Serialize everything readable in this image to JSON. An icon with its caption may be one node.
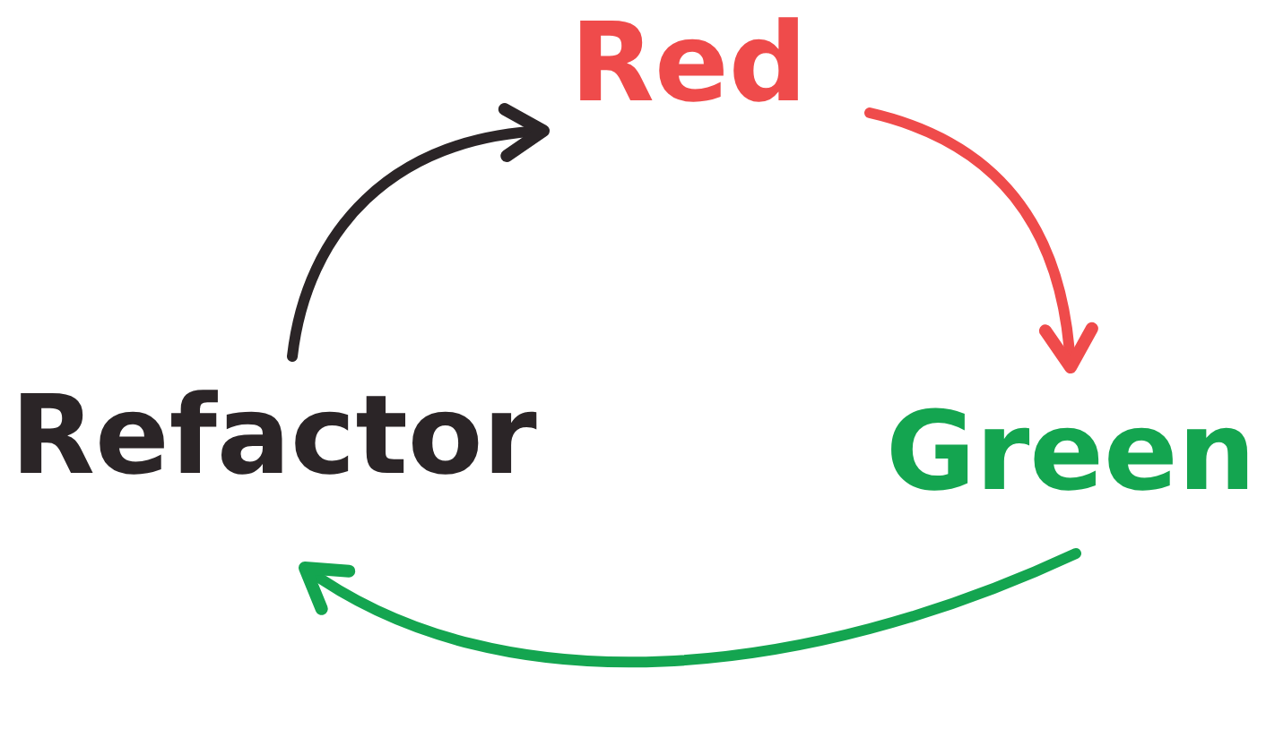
{
  "diagram": {
    "nodes": [
      {
        "text": [
          "Red"
        ]
      },
      {
        "text": [
          "Green"
        ]
      },
      {
        "text": [
          "Refactor"
        ]
      }
    ],
    "edges": [
      {
        "from": 2,
        "to": 0,
        "arrow": "to",
        "color": "#2b2527"
      },
      {
        "from": 0,
        "to": 1,
        "arrow": "to",
        "color": "#ef4b4b"
      },
      {
        "from": 1,
        "to": 2,
        "arrow": "to",
        "color": "#14a550"
      }
    ]
  }
}
